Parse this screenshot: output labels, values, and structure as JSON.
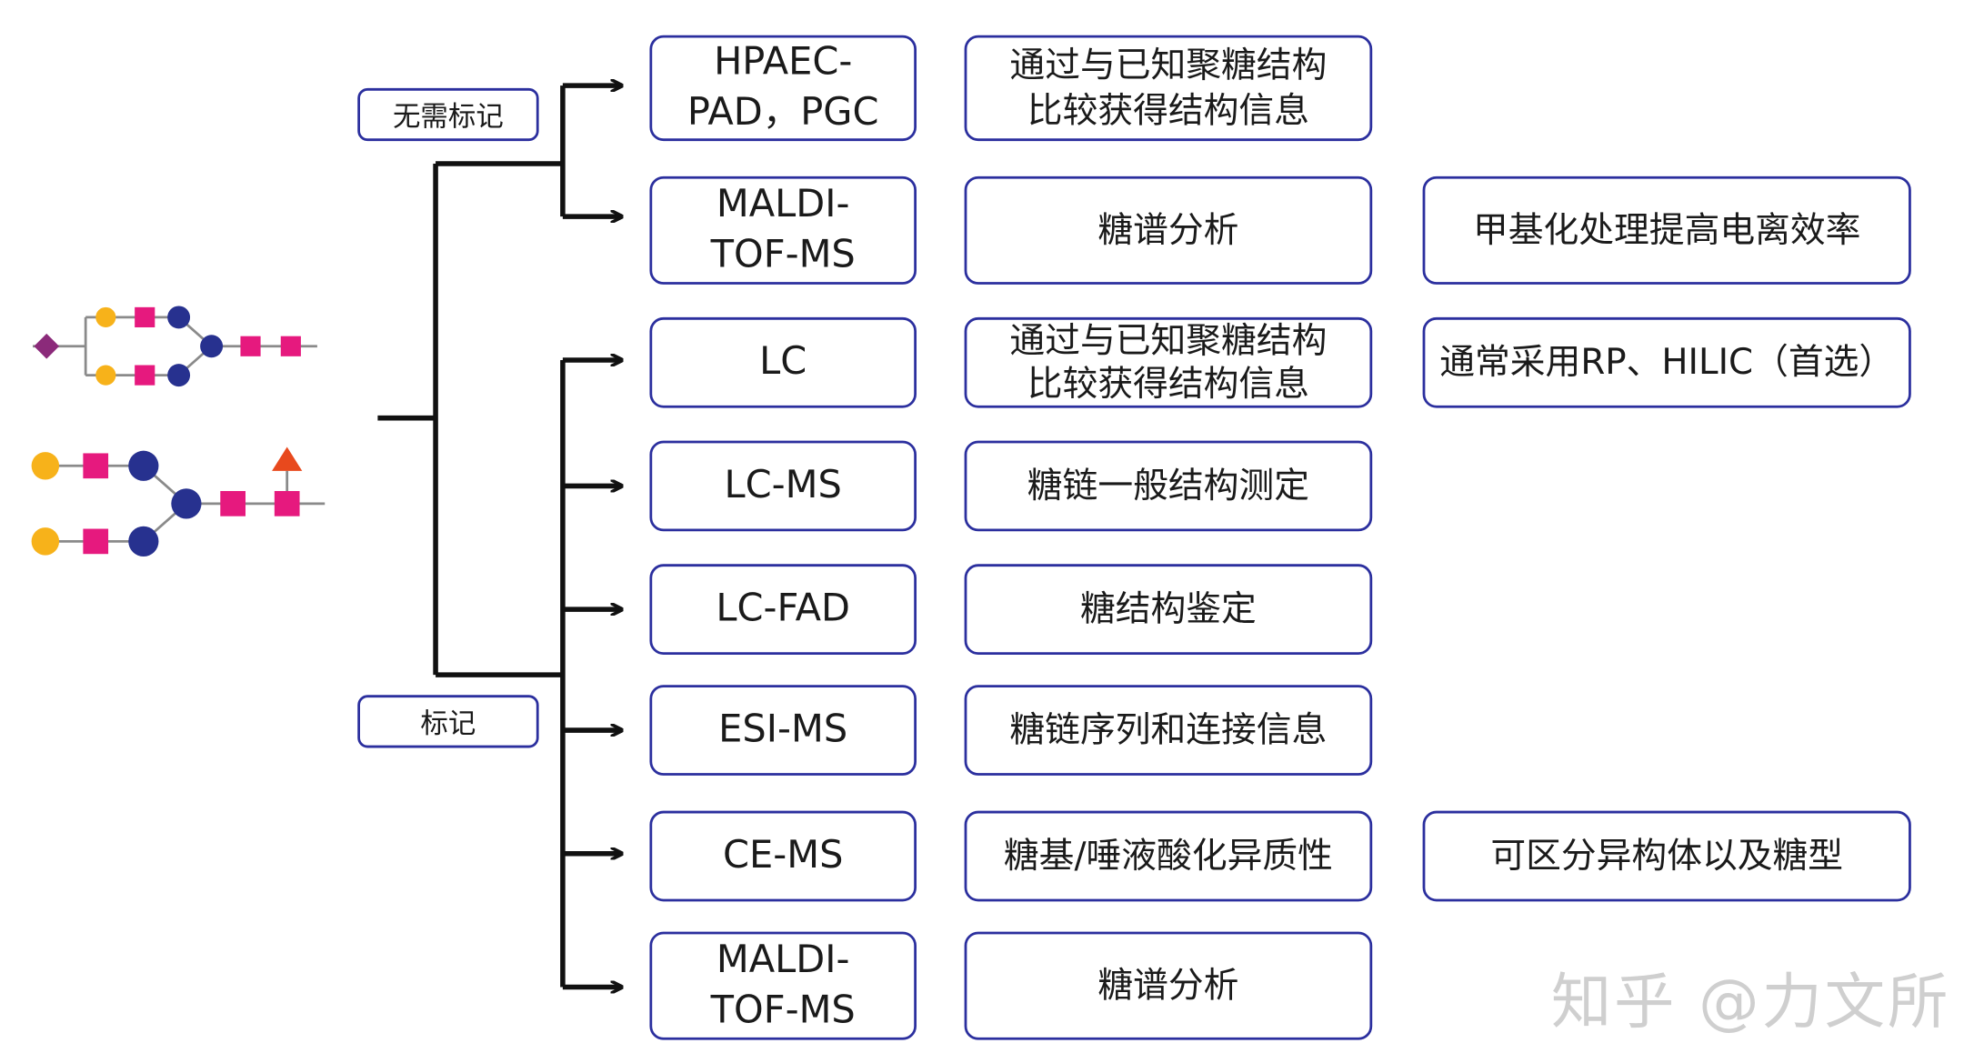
{
  "labels": {
    "unlabeled": "无需标记",
    "labeled": "标记"
  },
  "methods": [
    {
      "name": "HPAEC-\nPAD，PGC",
      "use": "通过与已知聚糖结构\n比较获得结构信息",
      "note": ""
    },
    {
      "name": "MALDI-\nTOF-MS",
      "use": "糖谱分析",
      "note": "甲基化处理提高电离效率"
    },
    {
      "name": "LC",
      "use": "通过与已知聚糖结构\n比较获得结构信息",
      "note": "通常采用RP、HILIC（首选）"
    },
    {
      "name": "LC-MS",
      "use": "糖链一般结构测定",
      "note": ""
    },
    {
      "name": "LC-FAD",
      "use": "糖结构鉴定",
      "note": ""
    },
    {
      "name": "ESI-MS",
      "use": "糖链序列和连接信息",
      "note": ""
    },
    {
      "name": "CE-MS",
      "use": "糖基/唾液酸化异质性",
      "note": "可区分异构体以及糖型"
    },
    {
      "name": "MALDI-\nTOF-MS",
      "use": "糖谱分析",
      "note": ""
    }
  ],
  "watermark": "知乎 @力文所",
  "colors": {
    "border": "#2b2f9e",
    "galactose": "#f7b21a",
    "glcnac": "#e6197e",
    "mannose": "#27318f",
    "sialic_acid": "#8b2a7a",
    "fucose": "#e8491d"
  }
}
